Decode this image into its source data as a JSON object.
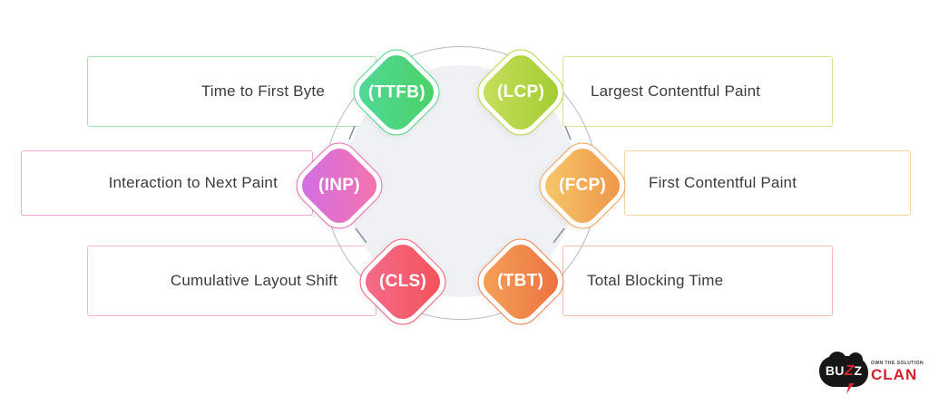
{
  "metrics": [
    {
      "abbr": "(TTFB)",
      "label": "Time to First Byte",
      "color_from": "#50d89c",
      "color_to": "#4bd163",
      "outline": "#4cd680",
      "box_border": "#a8e4ad"
    },
    {
      "abbr": "(LCP)",
      "label": "Largest Contentful Paint",
      "color_from": "#c9e060",
      "color_to": "#9fcb2e",
      "outline": "#b5d741",
      "box_border": "#d9e48c"
    },
    {
      "abbr": "(INP)",
      "label": "Interaction to Next Paint",
      "color_from": "#cf6fe7",
      "color_to": "#f873ab",
      "outline": "#ee66b5",
      "box_border": "#eaaad9"
    },
    {
      "abbr": "(FCP)",
      "label": "First Contentful Paint",
      "color_from": "#f7ca6b",
      "color_to": "#ee9347",
      "outline": "#f0a355",
      "box_border": "#f3d4a2"
    },
    {
      "abbr": "(CLS)",
      "label": "Cumulative Layout Shift",
      "color_from": "#f56d8d",
      "color_to": "#f35157",
      "outline": "#f25c72",
      "box_border": "#f5b9c3"
    },
    {
      "abbr": "(TBT)",
      "label": "Total Blocking Time",
      "color_from": "#f5a459",
      "color_to": "#ec6f3f",
      "outline": "#ef8148",
      "box_border": "#f3bfab"
    }
  ],
  "decor": {
    "ring_color": "#b3bac4",
    "circle_fill": "#eff1f4",
    "connector_color": "#76808f"
  },
  "logo": {
    "part1": "BU",
    "part2": "Z",
    "part3": "Z",
    "name_suffix": "CLAN",
    "tagline": "Own the Solution",
    "red": "#d3222a",
    "black": "#161616"
  }
}
